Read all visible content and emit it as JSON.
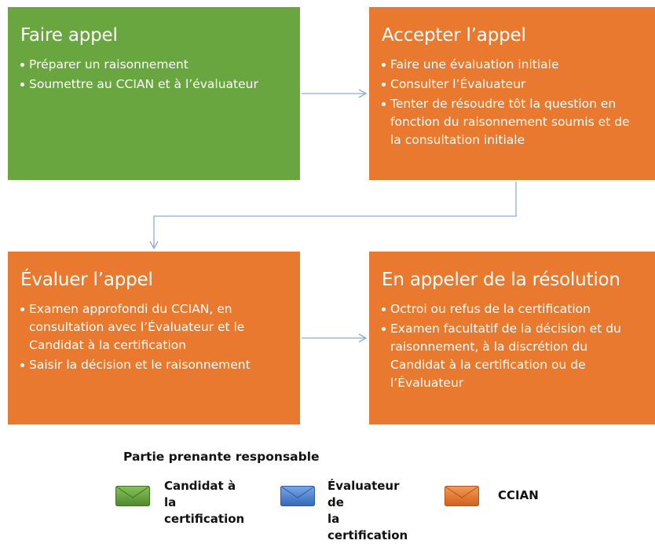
{
  "boxes": [
    {
      "title": "Faire appel",
      "color": "#6aa640",
      "bullets": [
        "Préparer un raisonnement",
        "Soumettre au CCIAN et à l’évaluateur"
      ]
    },
    {
      "title": "Accepter l’appel",
      "color": "#e8792f",
      "bullets": [
        "Faire une évaluation initiale",
        "Consulter l’Évaluateur",
        "Tenter de résoudre tôt la question en fonction du raisonnement soumis et de la consultation initiale"
      ]
    },
    {
      "title": "Évaluer l’appel",
      "color": "#e8792f",
      "bullets": [
        "Examen approfondi du CCIAN, en consultation avec l’Évaluateur et le Candidat à la certification",
        "Saisir la décision et le raisonnement"
      ]
    },
    {
      "title": "En appeler de la résolution",
      "color": "#e8792f",
      "bullets": [
        "Octroi ou refus de la certification",
        "Examen facultatif de la décision et du raisonnement, à la discrétion du Candidat à la certification ou de l’Évaluateur"
      ]
    }
  ],
  "legend": {
    "title": "Partie prenante responsable",
    "items": [
      {
        "label_line1": "Candidat à la",
        "label_line2": "certification",
        "color": "#6aa640"
      },
      {
        "label_line1": "Évaluateur de",
        "label_line2": "la certification",
        "color": "#4a7fd0"
      },
      {
        "label_line1": "CCIAN",
        "label_line2": "",
        "color": "#e8792f"
      }
    ]
  },
  "connector_color": "#8faad8"
}
